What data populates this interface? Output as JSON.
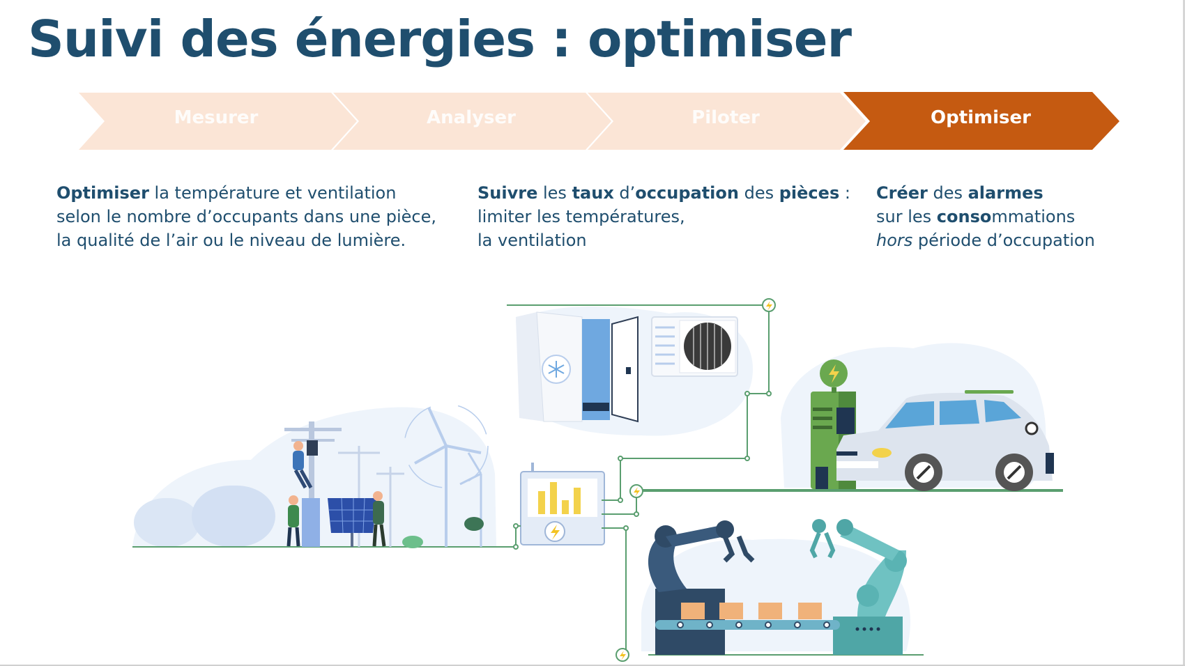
{
  "title": "Suivi des énergies : optimiser",
  "steps": [
    {
      "label": "Mesurer",
      "active": false
    },
    {
      "label": "Analyser",
      "active": false
    },
    {
      "label": "Piloter",
      "active": false
    },
    {
      "label": "Optimiser",
      "active": true
    }
  ],
  "colors": {
    "title": "#1f4e6e",
    "step_active": "#c55a11",
    "step_inactive": "#fbe5d6",
    "text": "#1f4e6e",
    "circuit": "#5a9e6f"
  },
  "columns": [
    {
      "l1_a": "Optimiser",
      "l1_b": " la température et ventilation",
      "l2": "selon le nombre d’occupants dans une pièce,",
      "l3": "la qualité de l’air ou le niveau de lumière."
    },
    {
      "l1_a": "Suivre",
      "l1_b": " les ",
      "l1_c": "taux",
      "l1_d": " d’",
      "l1_e": "occupation",
      "l1_f": " des ",
      "l1_g": "pièces",
      "l1_h": " :",
      "l2": "limiter les températures,",
      "l3": "la ventilation"
    },
    {
      "l1_a": "Créer",
      "l1_b": " des ",
      "l1_c": "alarmes",
      "l2_a": "sur les ",
      "l2_b": "conso",
      "l2_c": "mmations",
      "l3_a": "hors",
      "l3_b": " période d’occupation"
    }
  ],
  "icons": {
    "power": "lightning-bolt-icon",
    "cold": "snowflake-icon",
    "fan": "fan-icon"
  }
}
